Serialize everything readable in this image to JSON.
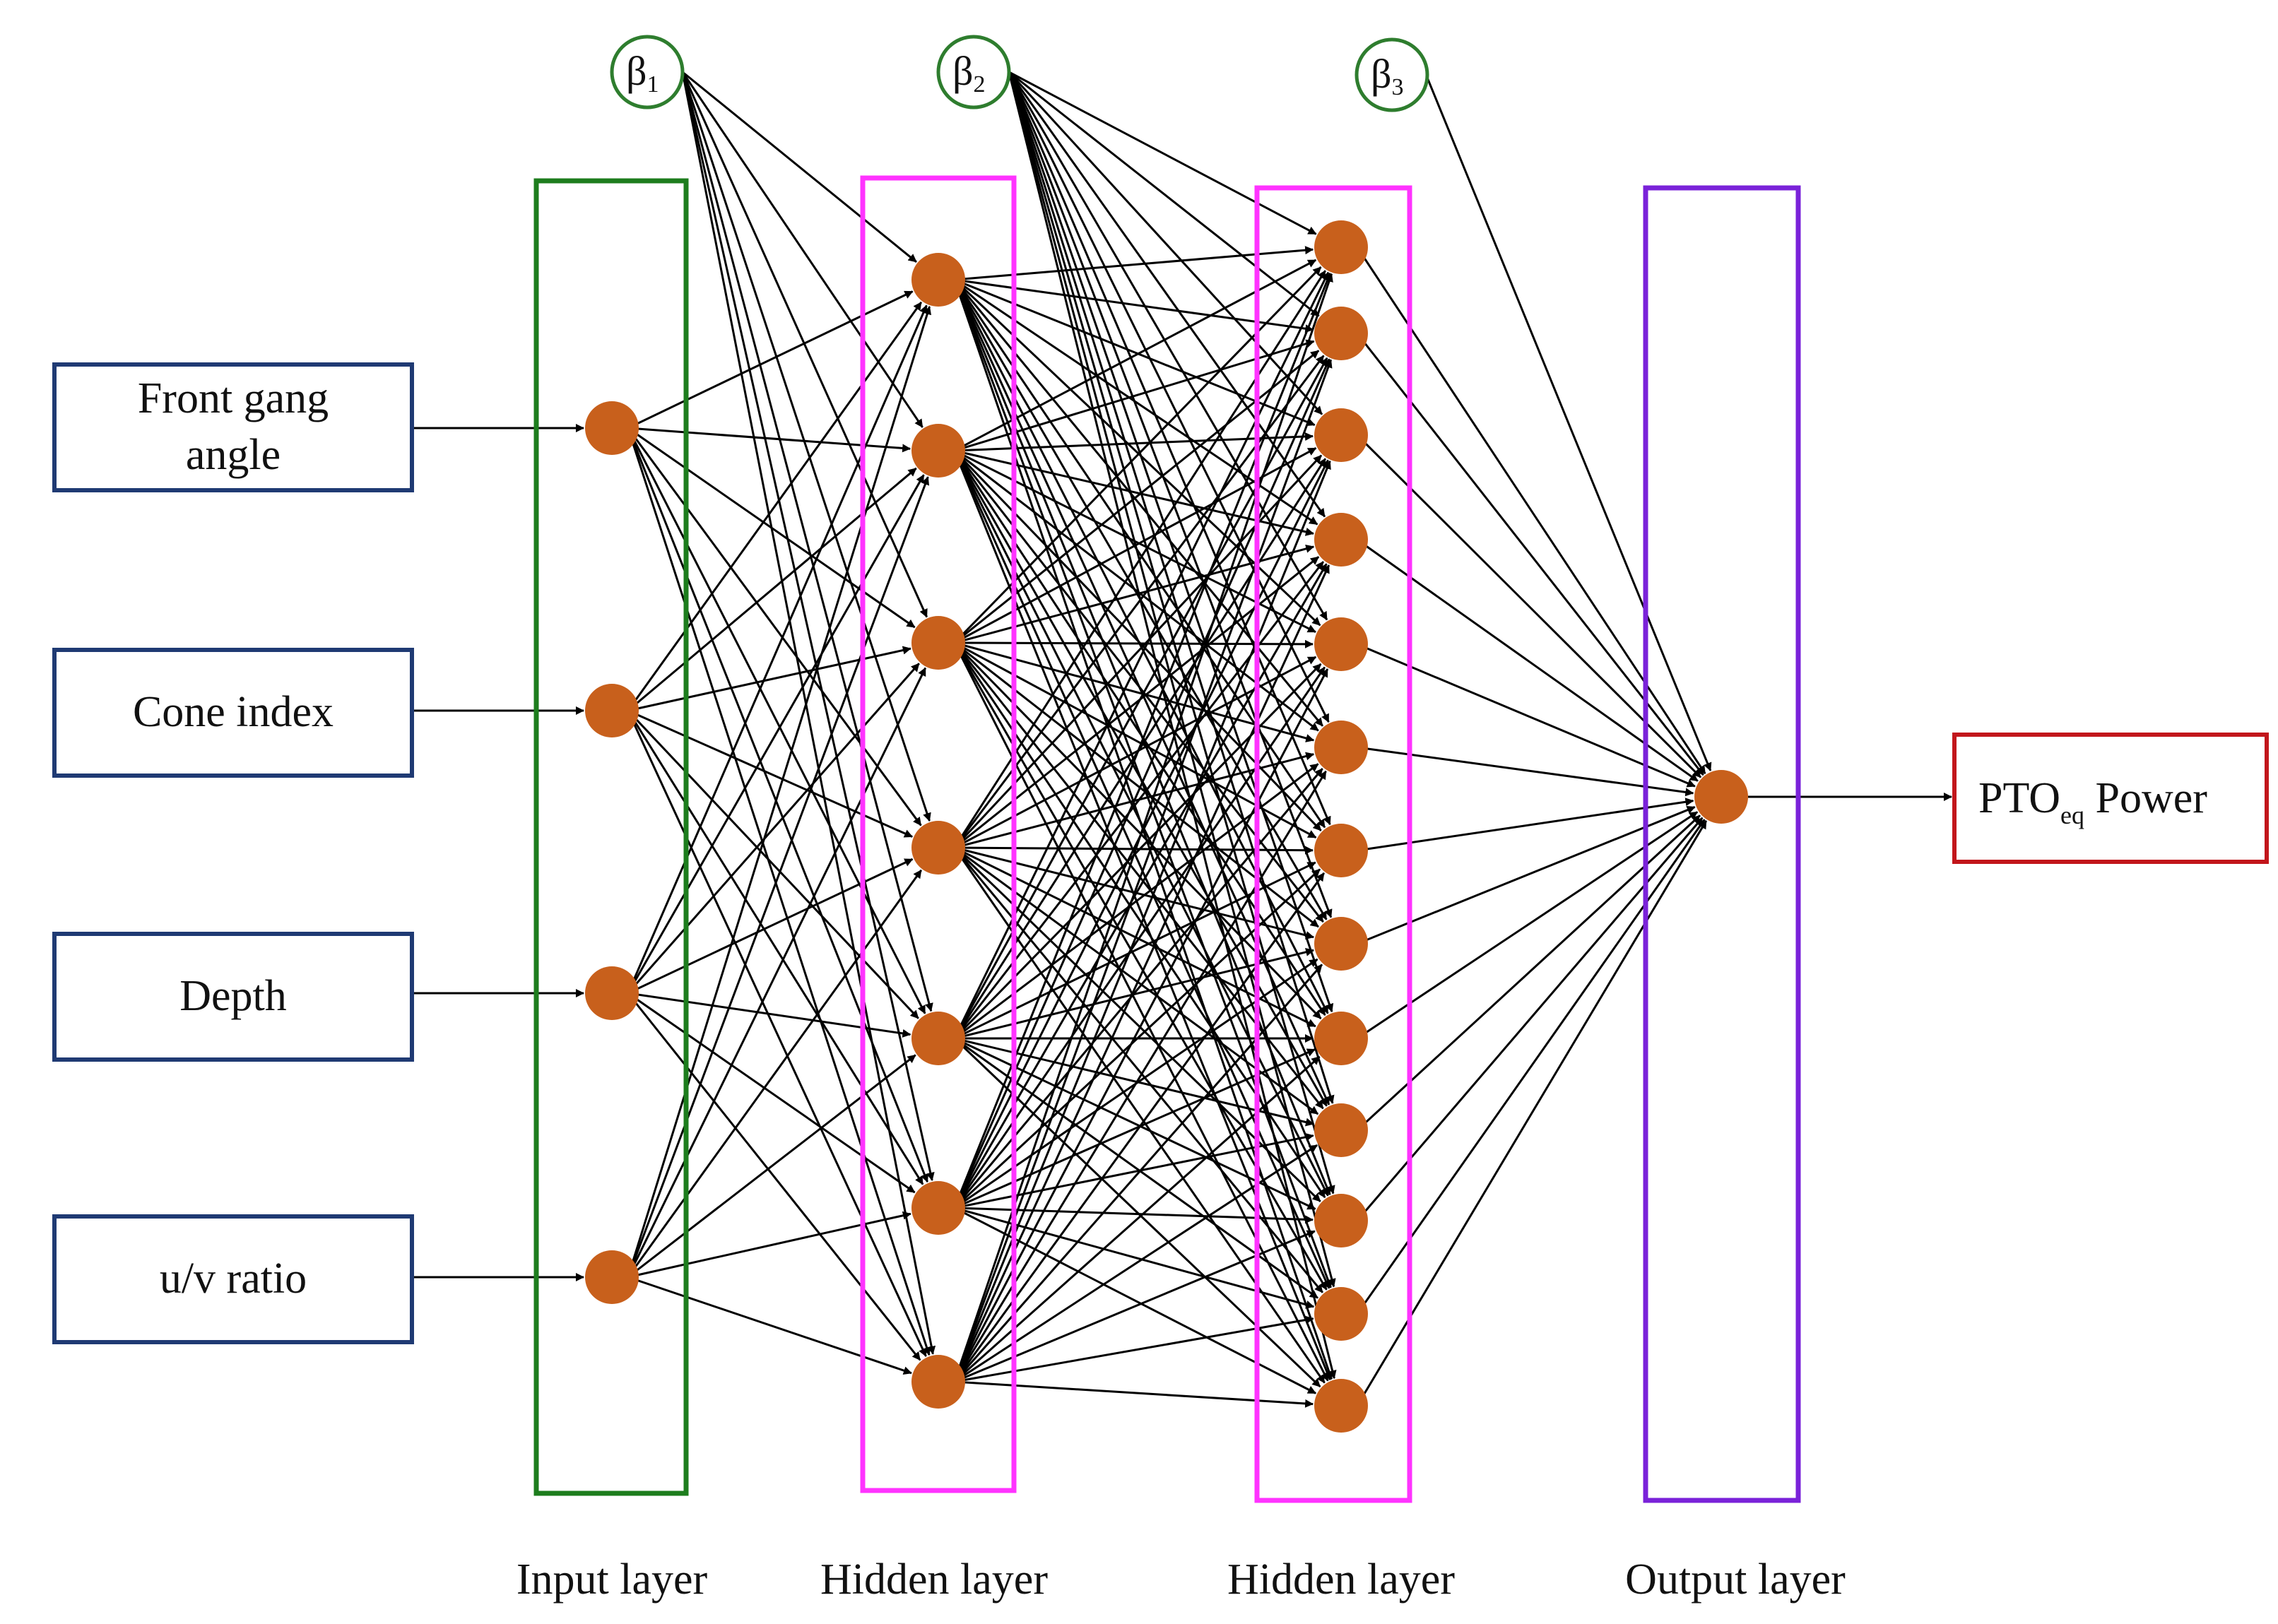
{
  "colors": {
    "node_fill": "#c8601c",
    "edge": "#000000",
    "input_box_border": "#1f3a73",
    "output_box_border": "#c2161b",
    "input_layer_border": "#1d7d1d",
    "hidden_layer_border": "#ff33ff",
    "output_layer_border": "#7a22d9",
    "bias_border": "#2e7d2e"
  },
  "inputs": [
    {
      "line1": "Front gang",
      "line2": "angle"
    },
    {
      "line1": "Cone index",
      "line2": ""
    },
    {
      "line1": "Depth",
      "line2": ""
    },
    {
      "line1": "u/v ratio",
      "line2": ""
    }
  ],
  "output": {
    "prefix": "PTO",
    "subscript": "eq",
    "suffix": " Power"
  },
  "biases": [
    {
      "symbol": "β",
      "subscript": "1"
    },
    {
      "symbol": "β",
      "subscript": "2"
    },
    {
      "symbol": "β",
      "subscript": "3"
    }
  ],
  "layer_labels": [
    "Input layer",
    "Hidden layer",
    "Hidden layer",
    "Output layer"
  ],
  "network": {
    "layer_sizes": [
      4,
      7,
      13,
      1
    ]
  }
}
